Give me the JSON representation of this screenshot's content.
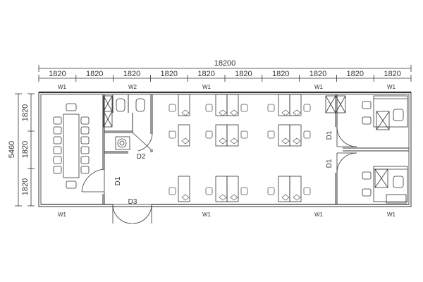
{
  "dimensions": {
    "overall": "18200",
    "module": "1820",
    "module_count": 10,
    "height_total": "5460",
    "height_modules": [
      "1820",
      "1820",
      "1820"
    ]
  },
  "wall_labels": {
    "top": [
      "W1",
      "W2",
      "W1",
      "W1",
      "W1"
    ],
    "bottom": [
      "W1",
      "W1",
      "W1",
      "W1"
    ]
  },
  "door_labels": {
    "d1_left": "D1",
    "d2": "D2",
    "d3": "D3",
    "d1_upper_right": "D1",
    "d1_lower_right": "D1"
  },
  "colors": {
    "line": "#333333",
    "furniture": "#555555"
  }
}
